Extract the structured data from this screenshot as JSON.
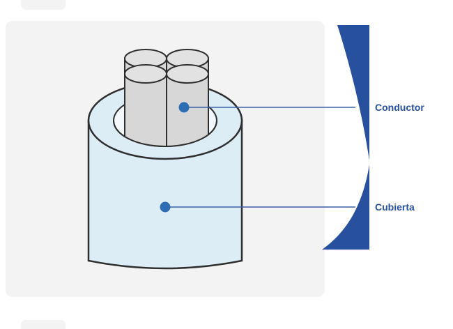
{
  "diagram": {
    "callouts": [
      {
        "label": "Conductor",
        "target": "inner-rod-bundle"
      },
      {
        "label": "Cubierta",
        "target": "outer-jacket"
      }
    ],
    "colors": {
      "accent_blue": "#27519E",
      "dot_blue": "#2E6DB4",
      "line_blue": "#3D5EA9",
      "tube_fill": "#DCEDF5",
      "tube_inner_fill": "#F2F8FB",
      "rod_fill": "#D7D7D7",
      "rod_top_fill": "#E2E2E2",
      "outline": "#2E2E2E",
      "panel_bg": "#F3F3F3"
    }
  }
}
